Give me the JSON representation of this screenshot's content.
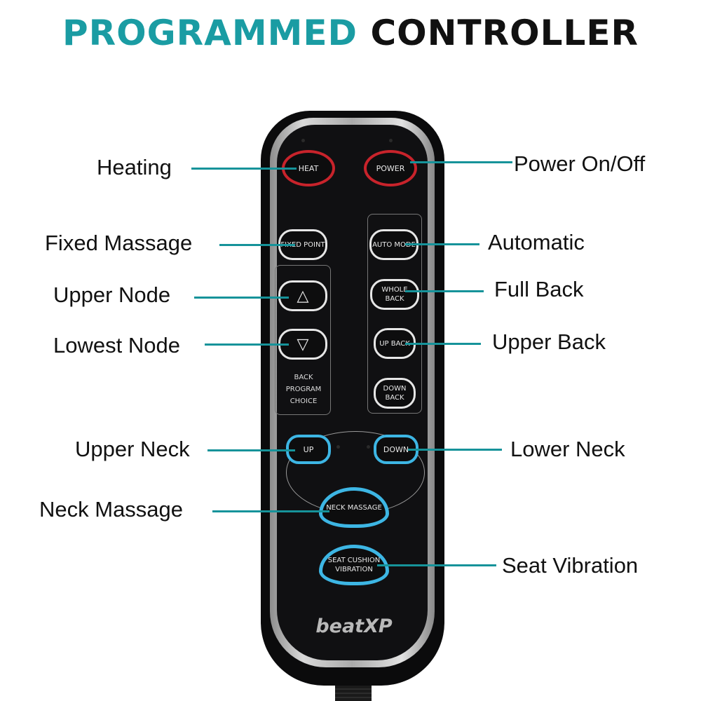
{
  "title": {
    "part1": "PROGRAMMED",
    "part2": "CONTROLLER"
  },
  "remote": {
    "brand": "beatXP",
    "buttons": {
      "heat": "HEAT",
      "power": "POWER",
      "fixed_point": "FIXED POINT",
      "auto_mode": "AUTO MODE",
      "up_arrow": "△",
      "down_arrow": "▽",
      "whole_back": "WHOLE BACK",
      "up_back": "UP BACK",
      "down_back": "DOWN BACK",
      "neck_up": "UP",
      "neck_down": "DOWN",
      "neck_massage": "NECK MASSAGE",
      "seat_vibration": "SEAT CUSHION VIBRATION"
    },
    "group_label": [
      "BACK",
      "PROGRAM",
      "CHOICE"
    ]
  },
  "labels": {
    "heating": "Heating",
    "power": "Power On/Off",
    "fixed": "Fixed Massage",
    "automatic": "Automatic",
    "upper_node": "Upper Node",
    "full_back": "Full Back",
    "lowest_node": "Lowest Node",
    "upper_back": "Upper Back",
    "upper_neck": "Upper Neck",
    "lower_neck": "Lower Neck",
    "neck_massage": "Neck Massage",
    "seat_vibration": "Seat Vibration"
  },
  "colors": {
    "accent": "#1a9ca3",
    "red_ring": "#c8232b",
    "blue_ring": "#3db6e4"
  }
}
